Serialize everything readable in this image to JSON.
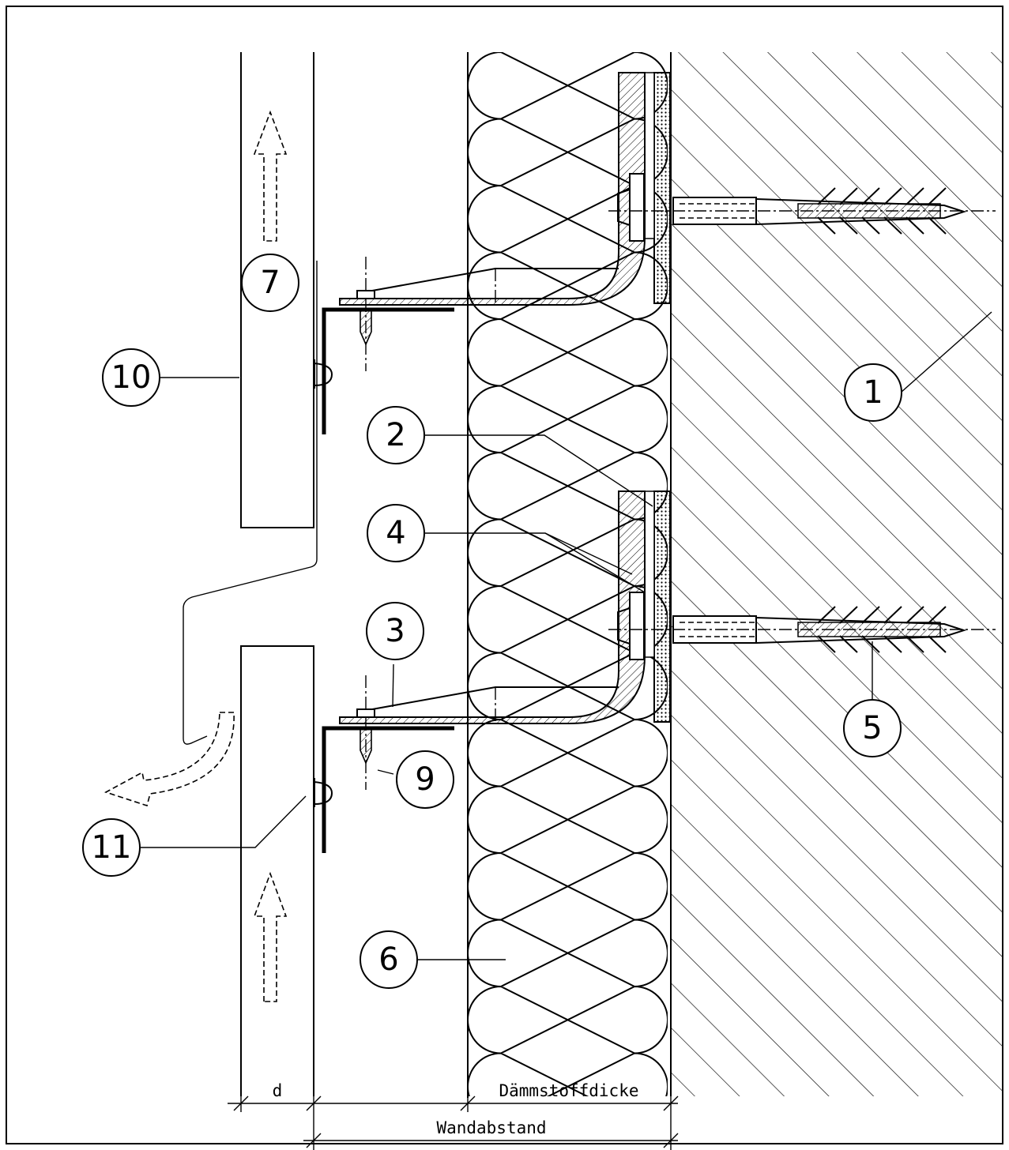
{
  "callouts": [
    {
      "label": "1"
    },
    {
      "label": "2"
    },
    {
      "label": "3"
    },
    {
      "label": "4"
    },
    {
      "label": "5"
    },
    {
      "label": "6"
    },
    {
      "label": "7"
    },
    {
      "label": "9"
    },
    {
      "label": "10"
    },
    {
      "label": "11"
    }
  ],
  "dimensions": {
    "panel_thickness": "d",
    "insulation_thickness": "Dämmstoffdicke",
    "wall_distance": "Wandabstand"
  }
}
